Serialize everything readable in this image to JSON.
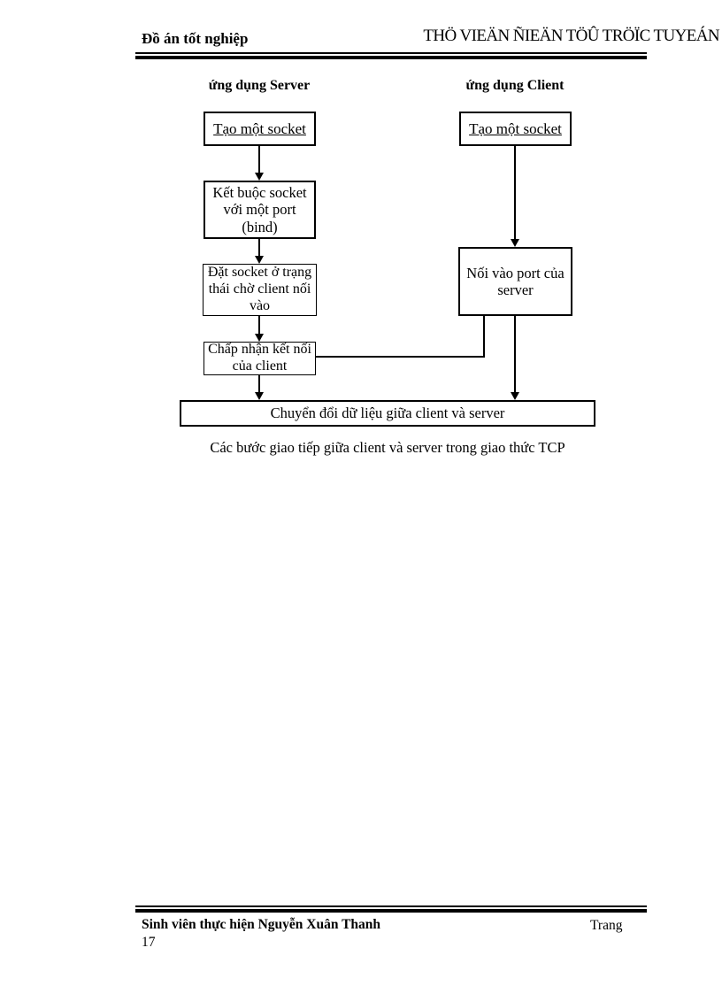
{
  "header": {
    "left": "Đồ án tốt nghiệp",
    "right": "THÖ VIEÄN ÑIEÄN TÖÛ TRÖÏC TUYEÁN"
  },
  "diagram": {
    "server_header": "ứng dụng Server",
    "client_header": "ứng dụng Client",
    "boxes": {
      "server_create": "Tạo một socket",
      "client_create": "Tạo một socket",
      "server_bind": [
        "Kết buộc socket",
        "với một port (bind)"
      ],
      "server_listen": [
        "Đặt socket ở trạng",
        "thái chờ client nối",
        "vào"
      ],
      "server_accept": [
        "Chấp nhận kết nối",
        "của client"
      ],
      "client_connect": [
        "Nối vào port của",
        "server"
      ],
      "exchange": "Chuyển đổi dữ liệu giữa client và server"
    },
    "caption": "Các bước giao tiếp giữa client và server trong giao thức TCP"
  },
  "footer": {
    "author": "Sinh viên thực hiện Nguyễn Xuân Thanh",
    "page_label": "Trang",
    "page_number": "17"
  },
  "colors": {
    "ink": "#000000",
    "paper": "#ffffff"
  }
}
